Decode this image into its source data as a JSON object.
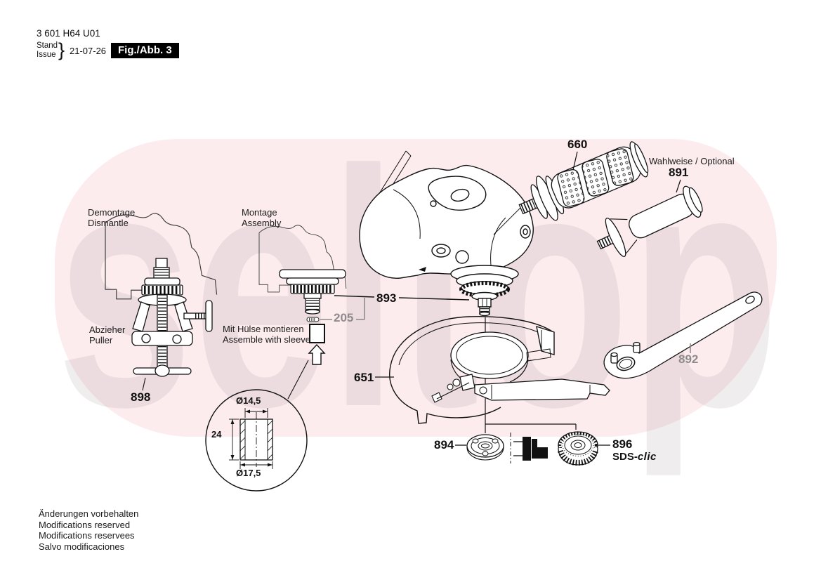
{
  "header": {
    "part_number": "3 601 H64 U01",
    "stand_label": "Stand",
    "issue_label": "Issue",
    "brace": "}",
    "date": "21-07-26",
    "figure_label": "Fig./Abb. 3"
  },
  "watermark": "seltop",
  "sections": {
    "demontage": {
      "line1": "Demontage",
      "line2": "Dismantle"
    },
    "montage": {
      "line1": "Montage",
      "line2": "Assembly"
    },
    "puller_note": {
      "line1": "Abzieher",
      "line2": "Puller"
    },
    "sleeve_note": {
      "line1": "Mit Hülse montieren",
      "line2": "Assemble with sleeve"
    },
    "optional_note": "Wahlweise / Optional"
  },
  "parts": {
    "p660": "660",
    "p891": "891",
    "p892": "892",
    "p893": "893",
    "p205": "205",
    "p651": "651",
    "p894": "894",
    "p896": "896",
    "p898": "898",
    "sds_prefix": "SDS-",
    "sds_clic": "clic"
  },
  "dimensions": {
    "inner_diameter": "Ø14,5",
    "height": "24",
    "outer_diameter": "Ø17,5"
  },
  "footer": {
    "lines": [
      "Änderungen vorbehalten",
      "Modifications reserved",
      "Modifications reservees",
      "Salvo modificaciones"
    ]
  },
  "colors": {
    "background_pink": "#fcecee",
    "gray_label": "#8f8b8c",
    "black": "#111111"
  }
}
